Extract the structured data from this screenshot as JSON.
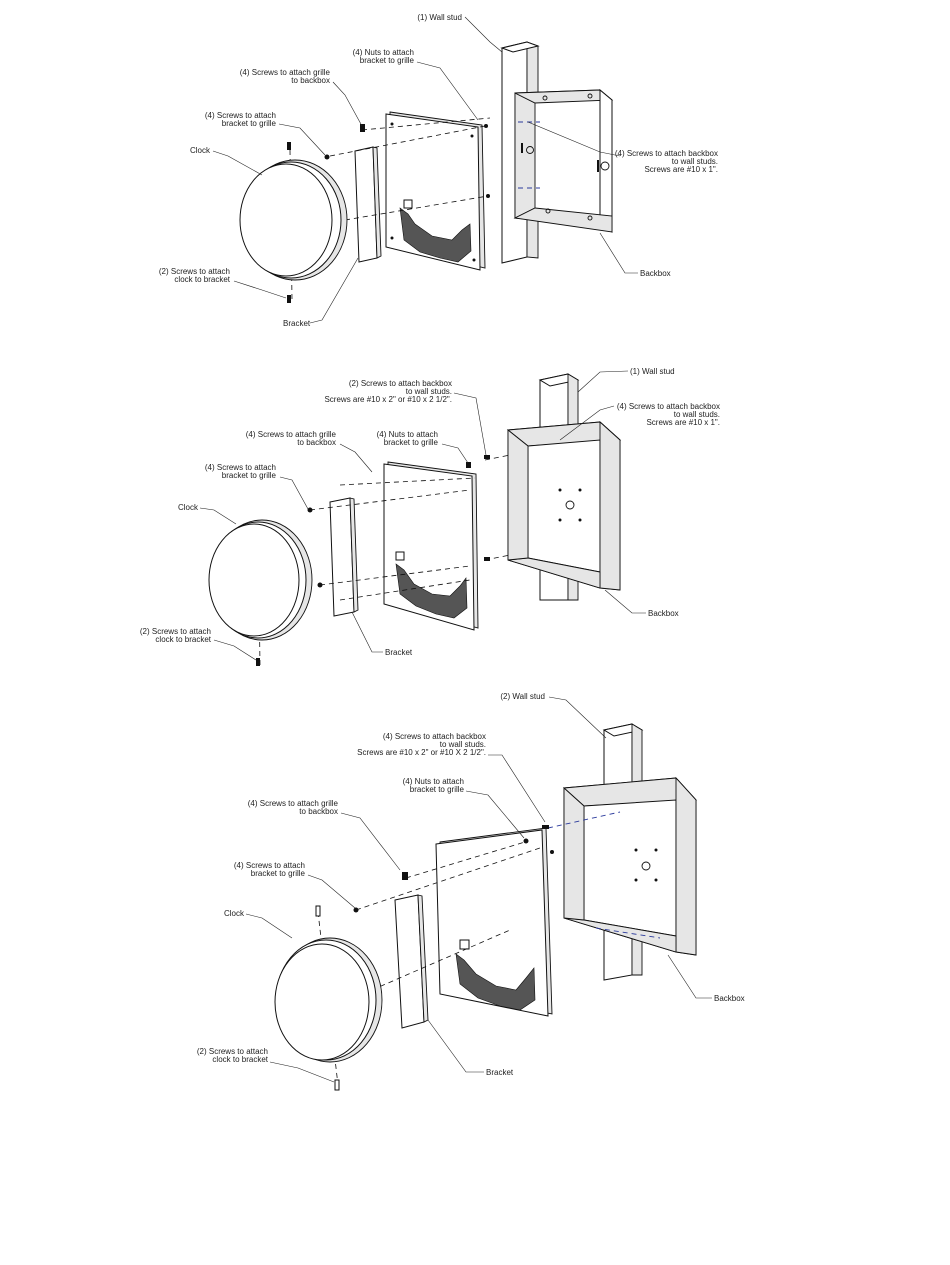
{
  "diagrams": [
    {
      "labels": {
        "wall_stud": "(1) Wall stud",
        "nuts": "(4) Nuts to attach|bracket to grille",
        "screws_grille": "(4) Screws to attach grille|to backbox",
        "screws_bracket": "(4) Screws to attach|bracket to grille",
        "clock": "Clock",
        "screws_backbox": "(4) Screws to attach backbox|to wall studs.|Screws are #10 x 1\".",
        "screws_clock": "(2) Screws to attach|clock to bracket",
        "backbox": "Backbox",
        "bracket": "Bracket"
      }
    },
    {
      "labels": {
        "screws_backbox_a": "(2) Screws to attach backbox|to wall studs.|Screws are #10 x 2\" or #10 x 2 1/2\".",
        "wall_stud": "(1) Wall stud",
        "screws_backbox_b": "(4) Screws to attach backbox|to wall studs.|Screws are #10 x 1\".",
        "screws_grille": "(4) Screws to attach grille|to backbox",
        "nuts": "(4) Nuts to attach|bracket to grille",
        "screws_bracket": "(4) Screws to attach|bracket to grille",
        "clock": "Clock",
        "screws_clock": "(2) Screws to attach|clock to bracket",
        "bracket": "Bracket",
        "backbox": "Backbox"
      }
    },
    {
      "labels": {
        "wall_stud": "(2) Wall stud",
        "screws_backbox": "(4) Screws to attach backbox|to wall studs.|Screws are #10 x 2\" or #10 X 2 1/2\".",
        "nuts": "(4) Nuts to attach|bracket to grille",
        "screws_grille": "(4) Screws to attach grille|to backbox",
        "screws_bracket": "(4) Screws to attach|bracket to grille",
        "clock": "Clock",
        "backbox": "Backbox",
        "screws_clock": "(2) Screws to attach|clock to bracket",
        "bracket": "Bracket"
      }
    }
  ]
}
